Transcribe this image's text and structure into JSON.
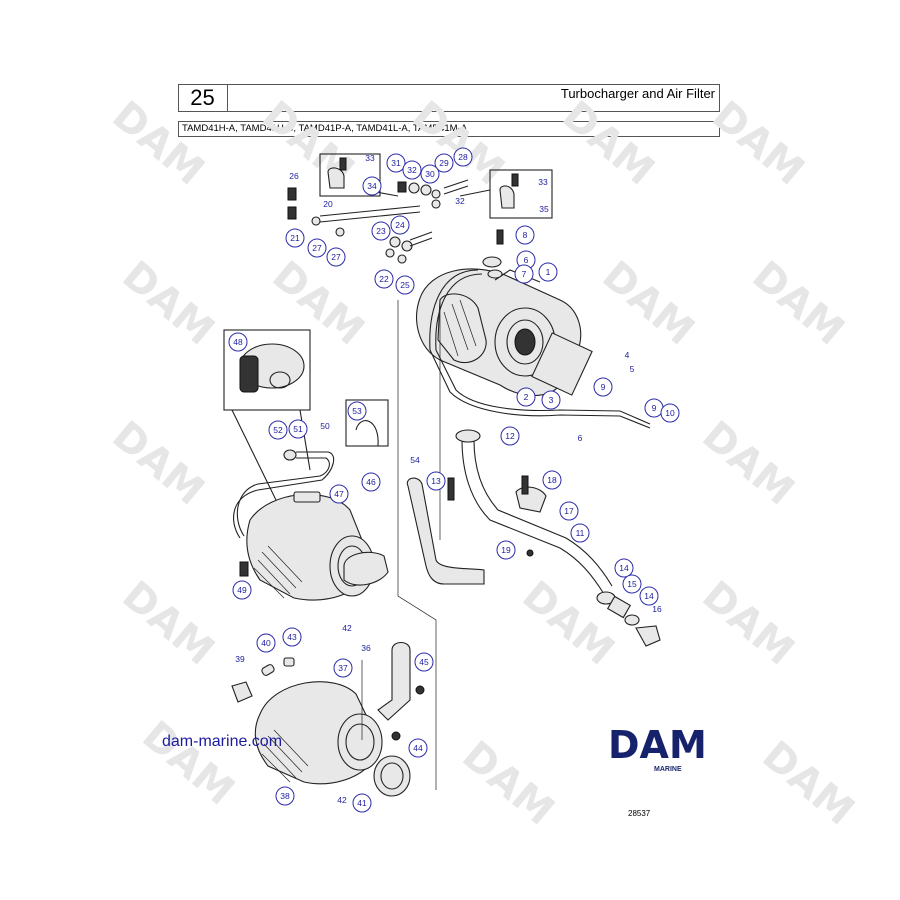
{
  "header": {
    "page_number": "25",
    "title": "Turbocharger and Air Filter",
    "models": "TAMD41H-A, TAMD41H-B, TAMD41P-A, TAMD41L-A, TAMD41M-A"
  },
  "footer": {
    "website": "dam-marine.com",
    "logo_text": "DAM",
    "logo_subtext": "MARINE",
    "drawing_number": "28537"
  },
  "watermark": {
    "text": "DAM"
  },
  "colors": {
    "callout": "#2b2ba8",
    "logo": "#16226b",
    "watermark": "#e6e6e6"
  },
  "parts": [
    {
      "id": "1"
    },
    {
      "id": "2"
    },
    {
      "id": "3"
    },
    {
      "id": "4"
    },
    {
      "id": "5"
    },
    {
      "id": "6"
    },
    {
      "id": "6"
    },
    {
      "id": "7"
    },
    {
      "id": "8"
    },
    {
      "id": "9"
    },
    {
      "id": "9"
    },
    {
      "id": "10"
    },
    {
      "id": "11"
    },
    {
      "id": "12"
    },
    {
      "id": "13"
    },
    {
      "id": "14"
    },
    {
      "id": "14"
    },
    {
      "id": "15"
    },
    {
      "id": "16"
    },
    {
      "id": "17"
    },
    {
      "id": "18"
    },
    {
      "id": "19"
    },
    {
      "id": "20"
    },
    {
      "id": "21"
    },
    {
      "id": "22"
    },
    {
      "id": "23"
    },
    {
      "id": "24"
    },
    {
      "id": "25"
    },
    {
      "id": "26"
    },
    {
      "id": "27"
    },
    {
      "id": "27"
    },
    {
      "id": "28"
    },
    {
      "id": "29"
    },
    {
      "id": "30"
    },
    {
      "id": "31"
    },
    {
      "id": "32"
    },
    {
      "id": "32"
    },
    {
      "id": "33"
    },
    {
      "id": "33"
    },
    {
      "id": "34"
    },
    {
      "id": "35"
    },
    {
      "id": "36"
    },
    {
      "id": "37"
    },
    {
      "id": "38"
    },
    {
      "id": "39"
    },
    {
      "id": "40"
    },
    {
      "id": "41"
    },
    {
      "id": "42"
    },
    {
      "id": "42"
    },
    {
      "id": "43"
    },
    {
      "id": "44"
    },
    {
      "id": "45"
    },
    {
      "id": "46"
    },
    {
      "id": "47"
    },
    {
      "id": "48"
    },
    {
      "id": "49"
    },
    {
      "id": "50"
    },
    {
      "id": "51"
    },
    {
      "id": "52"
    },
    {
      "id": "53"
    },
    {
      "id": "54"
    }
  ]
}
